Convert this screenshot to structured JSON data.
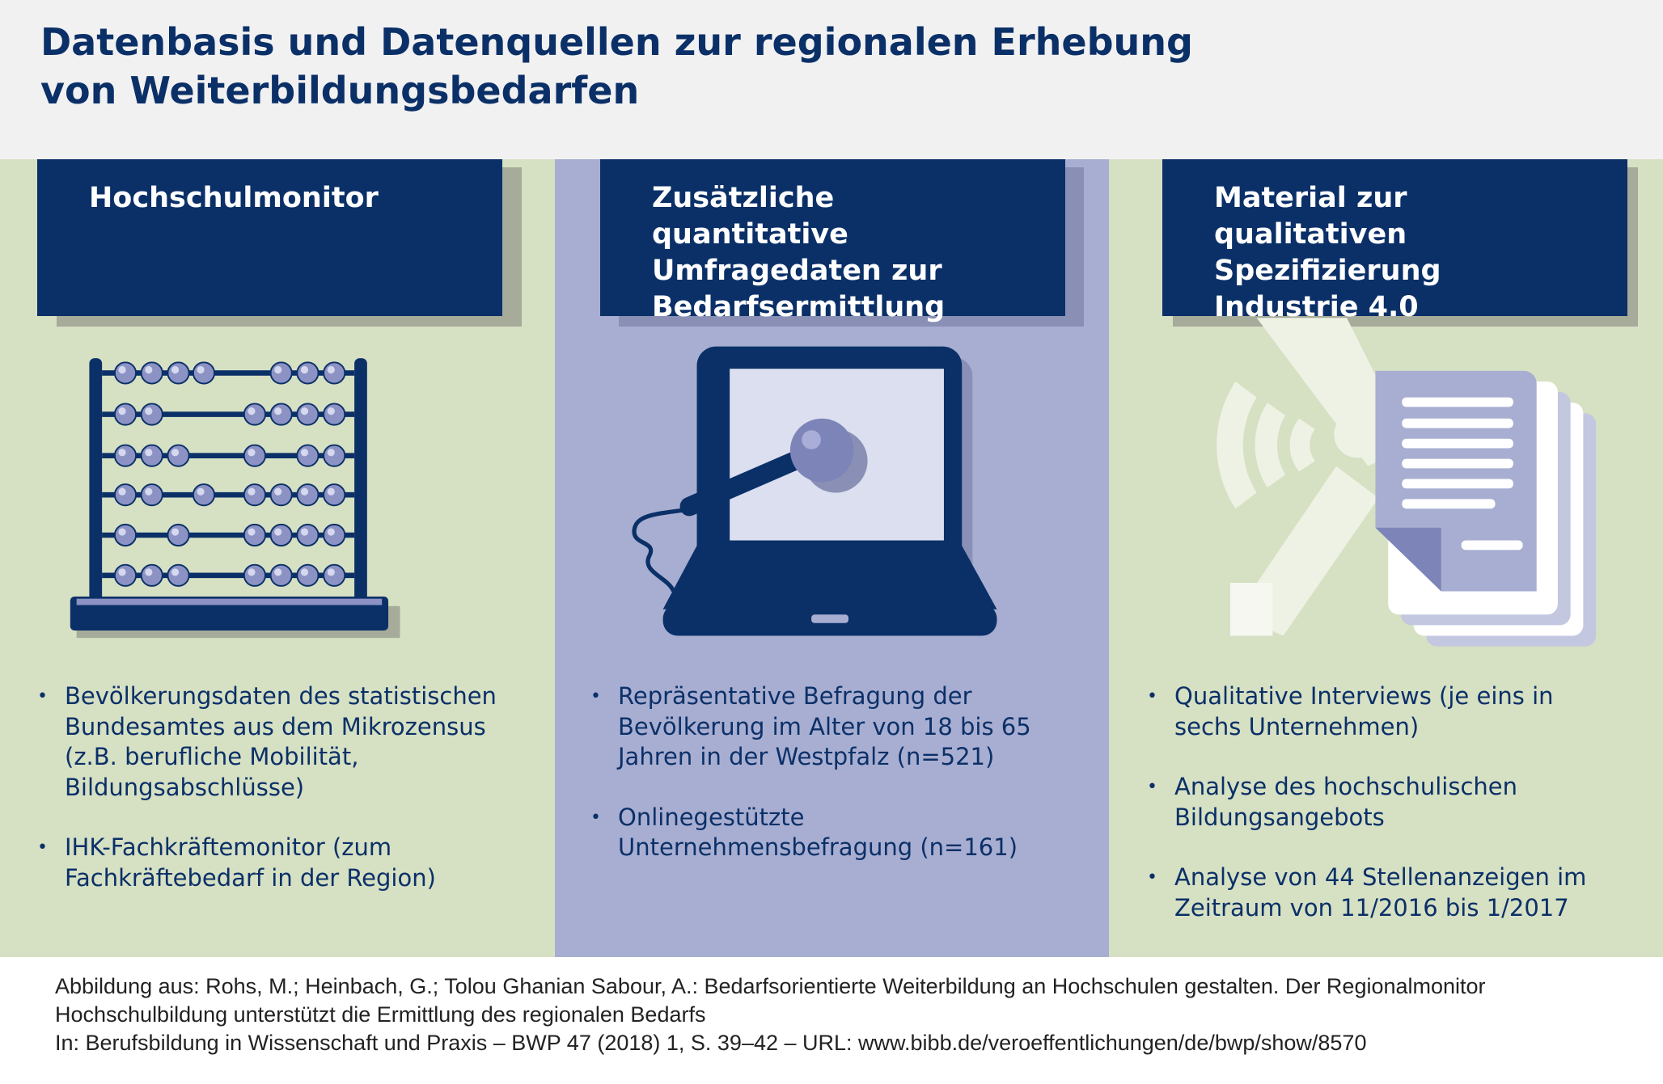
{
  "title": "Datenbasis und Datenquellen zur regionalen Erhebung von Weiterbildungsbedarfen",
  "columns": [
    {
      "heading": "Hochschulmonitor",
      "icon": "abacus-icon",
      "bullets": [
        "Bevölkerungsdaten des statistischen Bundesamtes aus dem Mikrozensus (z.B. berufliche Mobilität, Bildungsabschlüsse)",
        "IHK-Fachkräftemonitor (zum Fachkräftebedarf in der Region)"
      ]
    },
    {
      "heading": "Zusätzliche quantitative Umfragedaten zur Bedarfsermittlung",
      "icon": "laptop-microphone-icon",
      "bullets": [
        "Repräsentative Befragung der Bevölkerung im Alter von 18 bis 65 Jahren in der Westpfalz (n=521)",
        "Onlinegestützte Unternehmensbefragung (n=161)"
      ]
    },
    {
      "heading": "Material zur qualitativen Spezifizierung Industrie 4.0",
      "icon": "documents-signal-icon",
      "bullets": [
        "Qualitative Interviews (je eins in sechs Unternehmen)",
        "Analyse des hochschulischen Bildungsangebots",
        "Analyse von 44 Stellenanzeigen im Zeitraum von 11/2016 bis 1/2017"
      ]
    }
  ],
  "footer": [
    "Abbildung aus: Rohs, M.; Heinbach, G.; Tolou Ghanian Sabour, A.: Bedarfsorientierte Weiterbildung an Hochschulen gestalten. Der Regionalmonitor Hochschulbildung unterstützt die Ermittlung des regionalen Bedarfs",
    "In: Berufsbildung in Wissenschaft und Praxis – BWP 47 (2018) 1, S. 39–42 – URL: www.bibb.de/veroeffentlichungen/de/bwp/show/8570"
  ],
  "colors": {
    "navy": "#0b3068",
    "green": "#d6e0c3",
    "lavender": "#a8aed1"
  }
}
